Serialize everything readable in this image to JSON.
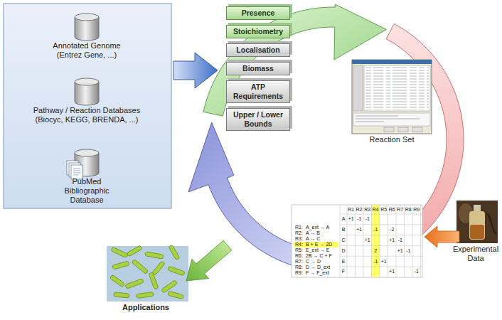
{
  "diagram": {
    "nodes": [
      {
        "text": [
          "Annotated Genome",
          "(Entrez Gene, ...)"
        ]
      },
      {
        "text": [
          "Pathway / Reaction Databases",
          "(Biocyc, KEGG, BRENDA, ...)"
        ]
      },
      {
        "text": [
          "PubMed Bibliographic Database"
        ]
      },
      {
        "text": [
          "Presence"
        ]
      },
      {
        "text": [
          "Stoichiometry"
        ]
      },
      {
        "text": [
          "Localisation"
        ]
      },
      {
        "text": [
          "Biomass"
        ]
      },
      {
        "text": [
          "ATP Requirements"
        ]
      },
      {
        "text": [
          "Upper / Lower Bounds"
        ]
      },
      {
        "text": [
          "Reaction Set"
        ]
      },
      {
        "text": [
          "Experimental Data"
        ]
      },
      {
        "text": [
          "Applications"
        ]
      }
    ],
    "labels": [
      "R1:",
      "A_ext → A",
      "R2:",
      "A → B",
      "R3:",
      "A → C",
      "R4:",
      "B + E → 2D",
      "R5:",
      "E_ext → E",
      "R6:",
      "2B → C + F",
      "R7:",
      "C → D",
      "R8:",
      "D → D_ext",
      "R9:",
      "F → F_ext",
      "R1",
      "R2",
      "R3",
      "R4",
      "R5",
      "R6",
      "R7",
      "R8",
      "R9",
      "A",
      "+1",
      "-1",
      "-1",
      "B",
      "+1",
      "-1",
      "-2",
      "C",
      "+1",
      "+1",
      "-1",
      "D",
      "2",
      "+1",
      "-1",
      "E",
      "-1",
      "+1",
      "F",
      "+1",
      "-1"
    ]
  }
}
